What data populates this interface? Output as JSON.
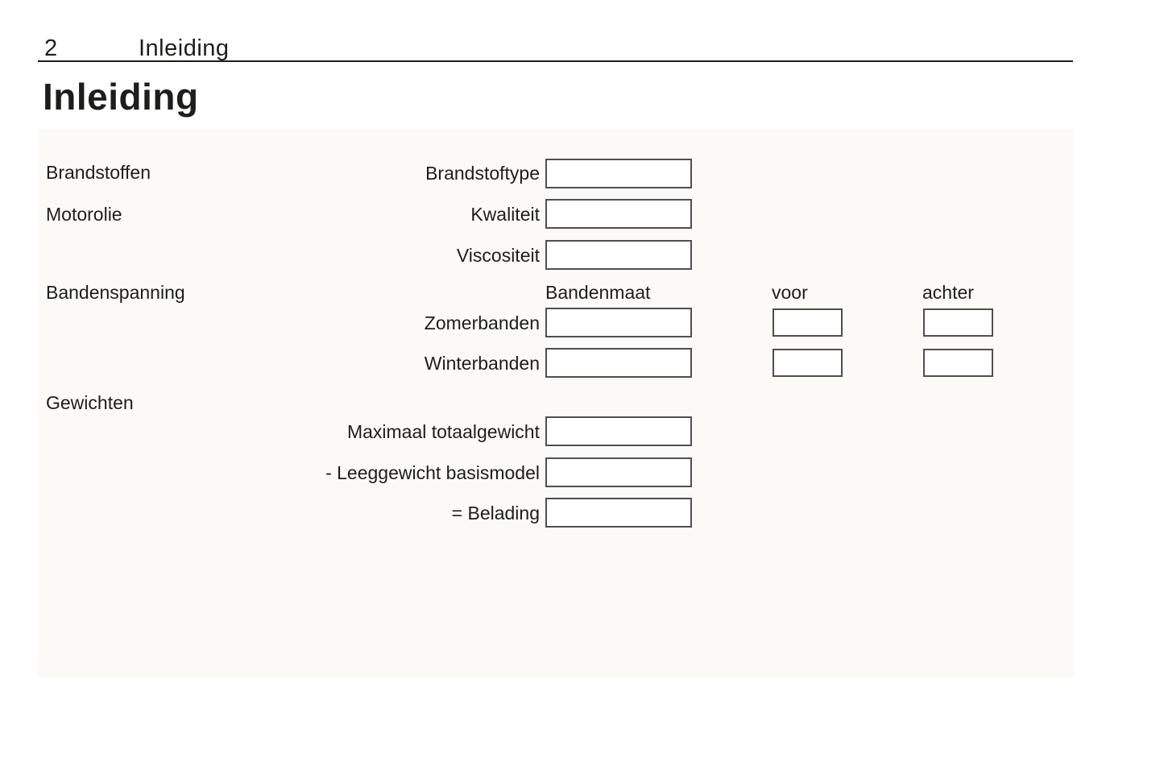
{
  "page": {
    "number": "2",
    "running_header": "Inleiding",
    "title": "Inleiding"
  },
  "form": {
    "sections": {
      "brandstoffen": "Brandstoffen",
      "motorolie": "Motorolie",
      "bandenspanning": "Bandenspanning",
      "gewichten": "Gewichten"
    },
    "fields": {
      "brandstoftype": "Brandstoftype",
      "kwaliteit": "Kwaliteit",
      "viscositeit": "Viscositeit",
      "zomerbanden": "Zomerbanden",
      "winterbanden": "Winterbanden",
      "maximaal_totaalgewicht": "Maximaal totaalgewicht",
      "leeggewicht_basismodel": "- Leeggewicht basismodel",
      "belading": "= Belading"
    },
    "columns": {
      "bandenmaat": "Bandenmaat",
      "voor": "voor",
      "achter": "achter"
    },
    "values": {
      "brandstoftype": "",
      "kwaliteit": "",
      "viscositeit": "",
      "zomerbanden_maat": "",
      "zomerbanden_voor": "",
      "zomerbanden_achter": "",
      "winterbanden_maat": "",
      "winterbanden_voor": "",
      "winterbanden_achter": "",
      "maximaal_totaalgewicht": "",
      "leeggewicht_basismodel": "",
      "belading": ""
    }
  },
  "colors": {
    "text": "#1d1d1b",
    "box_border": "#4f4f4f",
    "panel_bg": "#fbfaf7",
    "rule": "#1d1d1b"
  }
}
